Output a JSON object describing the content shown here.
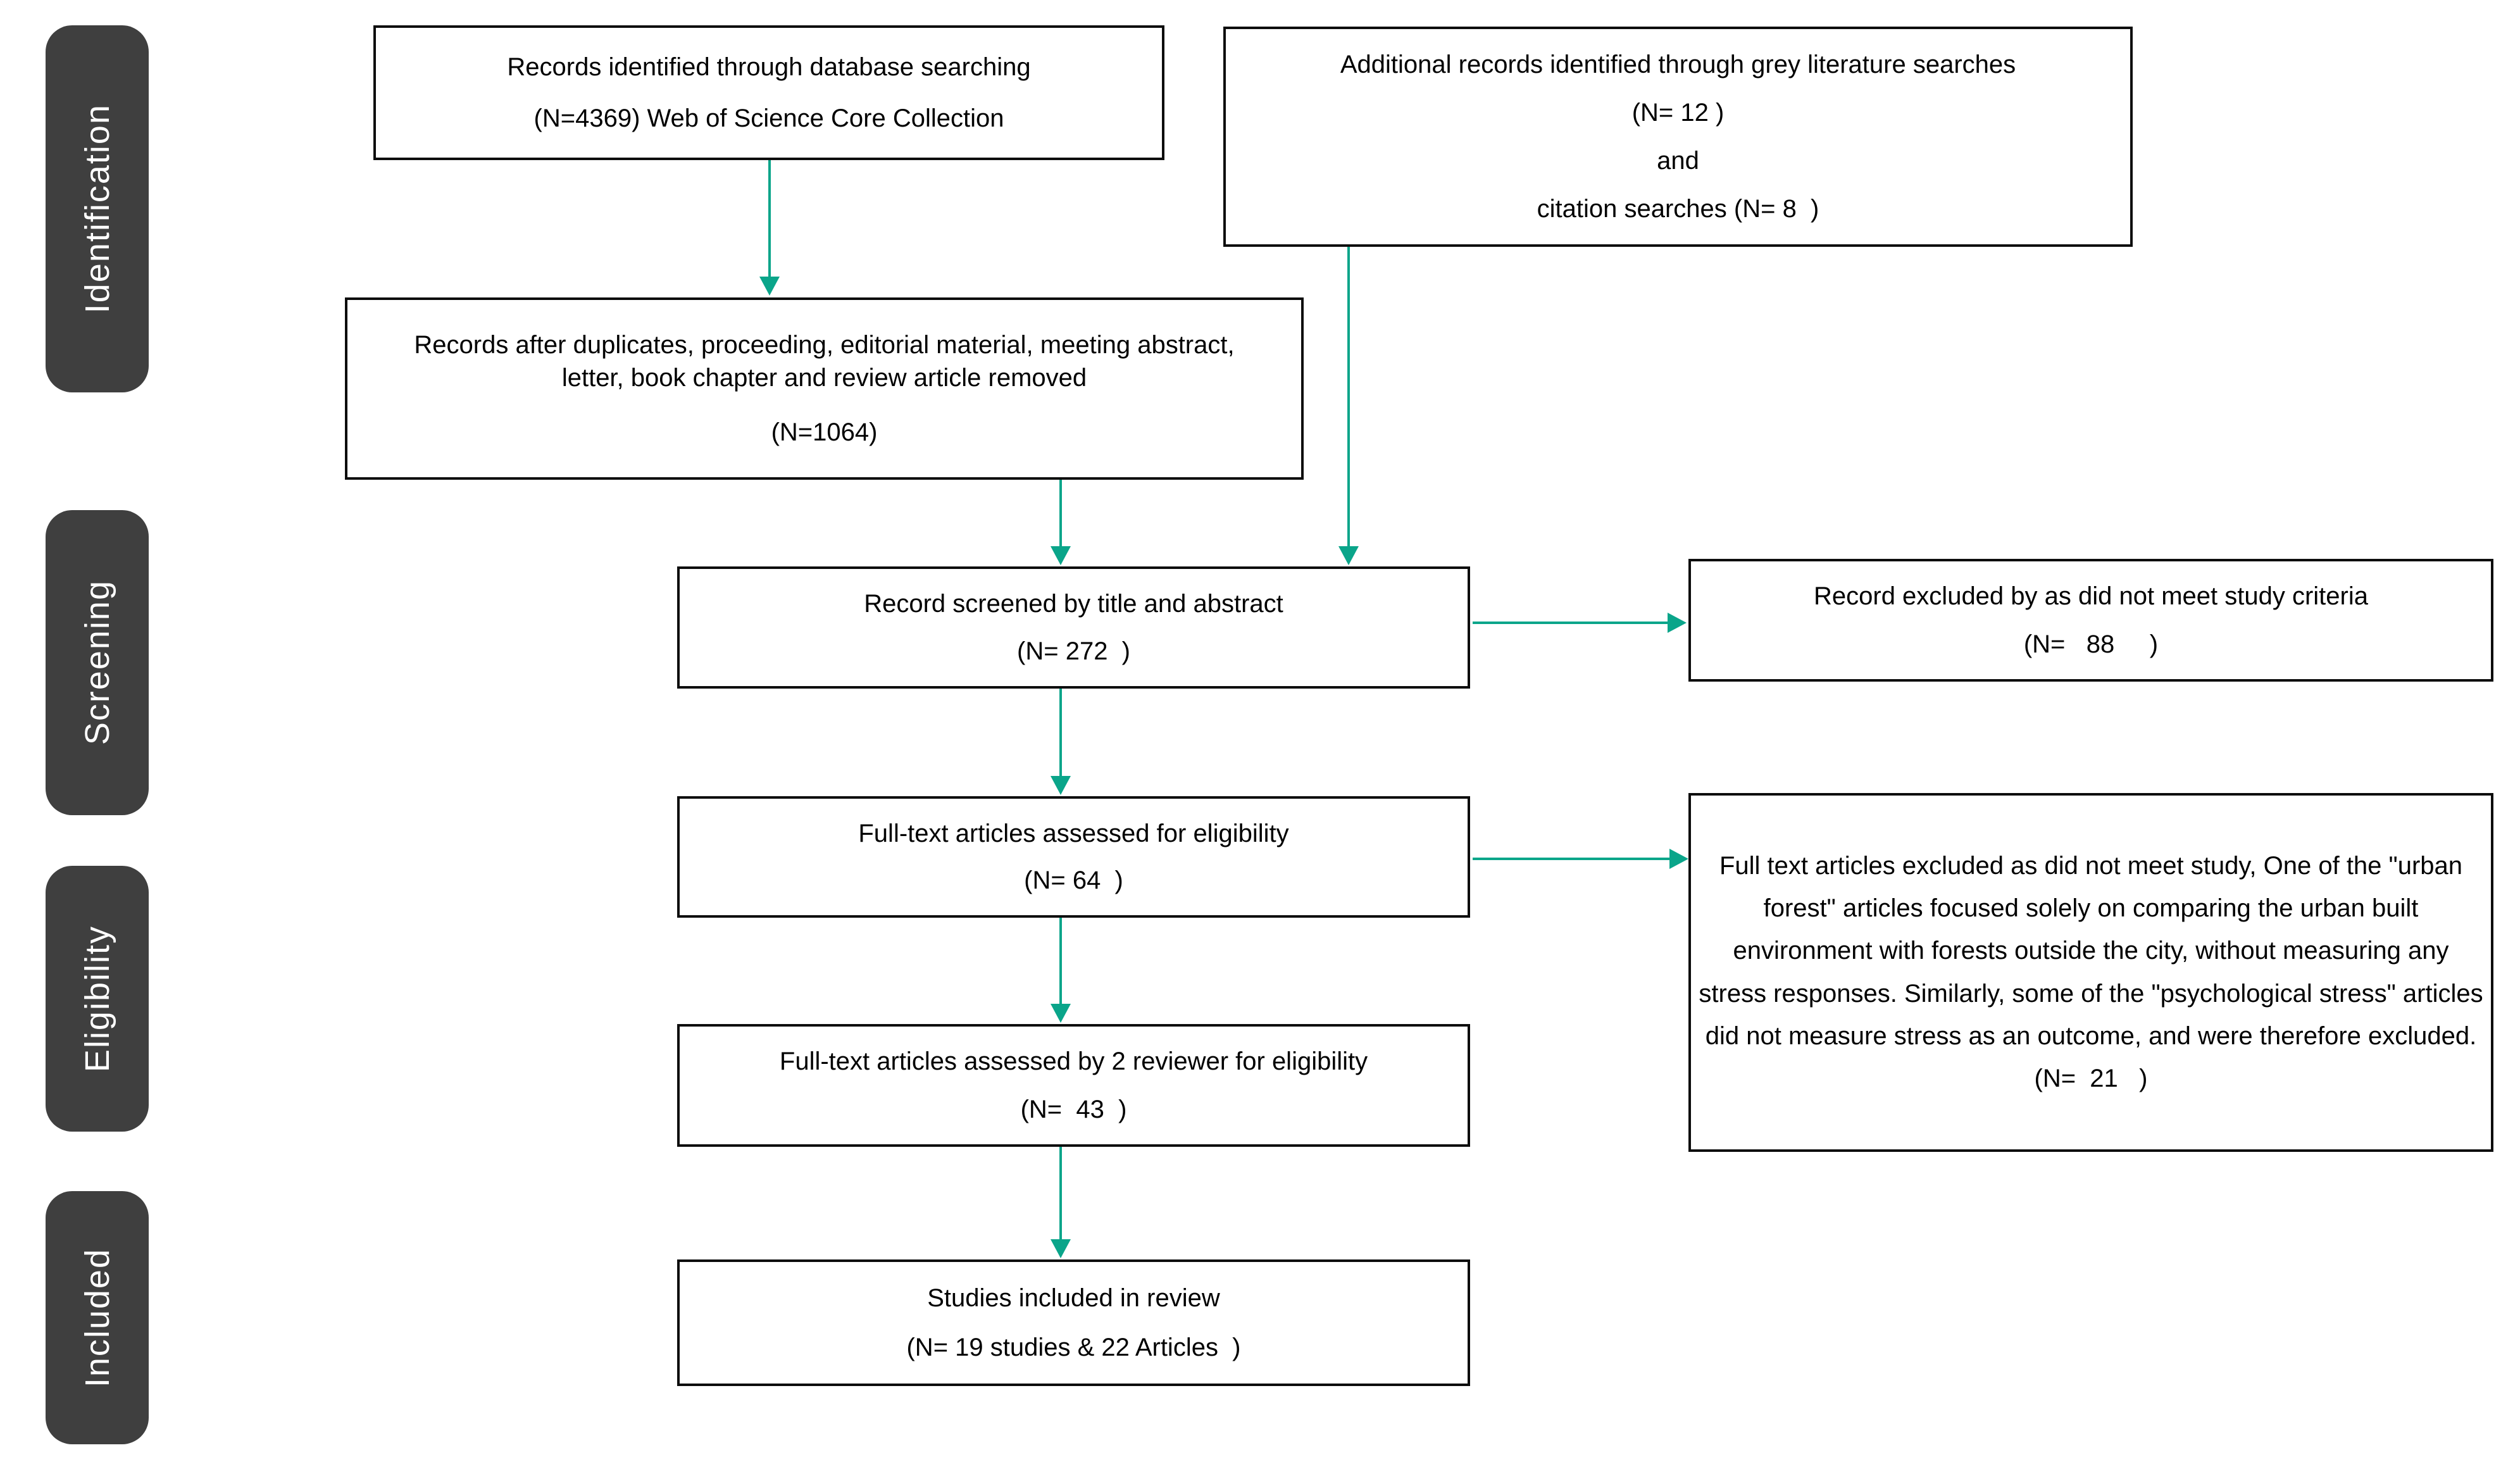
{
  "palette": {
    "accent_teal": "#0aa58a",
    "stage_pill_bg": "#3F3F3F",
    "stage_pill_text": "#ffffff",
    "box_border": "#0d0d0d",
    "text": "#000000"
  },
  "stages": [
    {
      "label": "Identification"
    },
    {
      "label": "Screening"
    },
    {
      "label": "Eligibility"
    },
    {
      "label": "Included"
    }
  ],
  "boxes": {
    "database_search": {
      "line1": "Records identified through database searching",
      "line2": "(N=4369) Web of Science Core Collection"
    },
    "grey_literature": {
      "line1": "Additional records identified through grey literature searches",
      "line2": "(N= 12 )",
      "line3": "and",
      "line4": "citation searches (N= 8  )"
    },
    "after_duplicates": {
      "line1": "Records after duplicates, proceeding, editorial material, meeting abstract, letter, book chapter and review article removed",
      "line2": "(N=1064)"
    },
    "title_abstract_screen": {
      "line1": "Record screened by title and abstract",
      "line2": "(N= 272  )"
    },
    "excluded_screening": {
      "line1": "Record excluded by as did not meet study criteria",
      "line2": "(N=   88     )"
    },
    "fulltext_eligibility": {
      "line1": "Full-text articles assessed for eligibility",
      "line2": "(N= 64  )"
    },
    "fulltext_excluded": {
      "text": "Full text articles excluded as did not meet study, One of the \"urban forest\" articles focused solely on comparing the urban built environment with forests outside the city, without measuring any stress responses. Similarly, some of the \"psychological stress\" articles did not measure stress as an outcome, and were therefore excluded. (N=  21   )"
    },
    "fulltext_two_reviewers": {
      "line1": "Full-text articles assessed by 2 reviewer for eligibility",
      "line2": "(N=  43  )"
    },
    "included_studies": {
      "line1": "Studies included in review",
      "line2": "(N= 19 studies & 22 Articles  )"
    }
  }
}
